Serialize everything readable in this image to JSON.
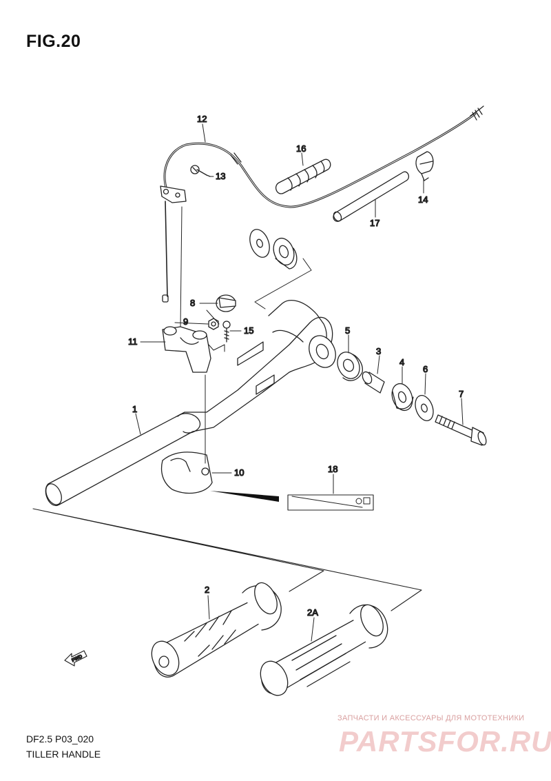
{
  "figure": {
    "title": "FIG.20"
  },
  "footer": {
    "model_code": "DF2.5 P03_020",
    "section_name": "TILLER HANDLE"
  },
  "callouts": [
    "12",
    "13",
    "16",
    "14",
    "17",
    "8",
    "9",
    "15",
    "11",
    "5",
    "3",
    "4",
    "6",
    "7",
    "1",
    "10",
    "18",
    "2",
    "2A"
  ],
  "direction_badge": "FWD",
  "watermark": {
    "tagline": "ЗАПЧАСТИ И АКСЕССУАРЫ ДЛЯ МОТОТЕХНИКИ",
    "brand": "PARTSFOR.RU"
  }
}
